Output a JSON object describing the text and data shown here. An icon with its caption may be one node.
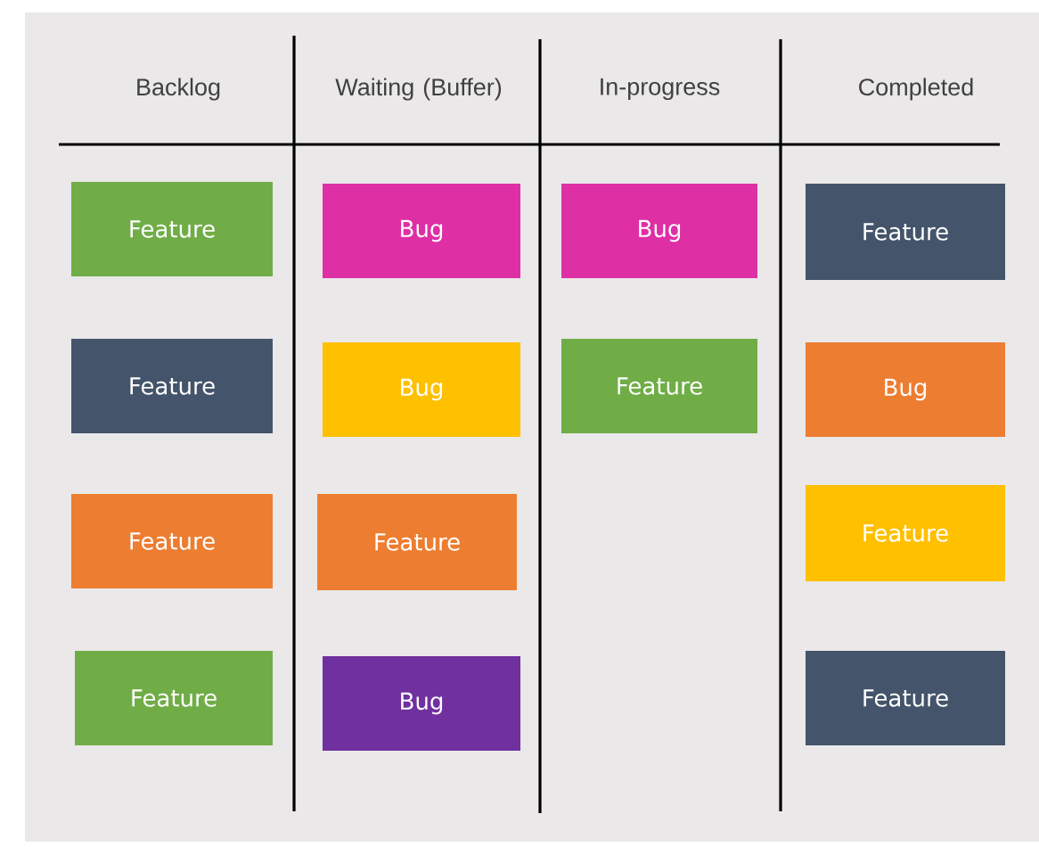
{
  "diagram": {
    "nodes": [
      {
        "text": [
          "Feature"
        ]
      },
      {
        "text": [
          "Bug"
        ]
      },
      {
        "text": [
          "Bug"
        ]
      },
      {
        "text": [
          "Feature"
        ]
      },
      {
        "text": [
          "Feature"
        ]
      },
      {
        "text": [
          "Bug"
        ]
      },
      {
        "text": [
          "Feature"
        ]
      },
      {
        "text": [
          "Bug"
        ]
      },
      {
        "text": [
          "Feature"
        ]
      },
      {
        "text": [
          "Feature"
        ]
      },
      {
        "text": [
          "Feature"
        ]
      },
      {
        "text": [
          "Feature"
        ]
      },
      {
        "text": [
          "Bug"
        ]
      },
      {
        "text": [
          "Feature"
        ]
      }
    ],
    "labels": [
      "Backlog",
      "Waiting (Buffer)",
      "In-progress",
      "Completed"
    ]
  }
}
